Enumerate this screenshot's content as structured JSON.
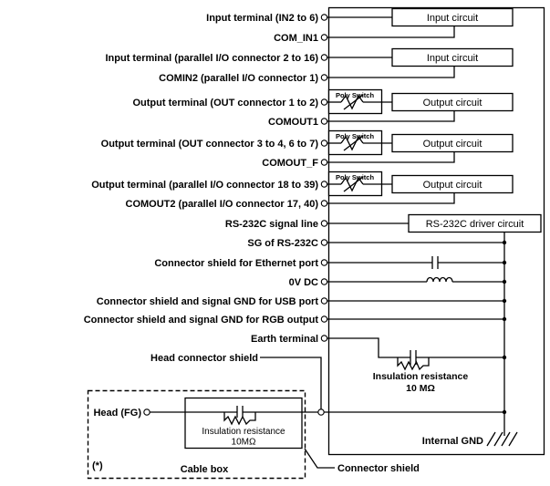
{
  "colors": {
    "line": "#000000",
    "background": "#ffffff"
  },
  "terminals": [
    {
      "label": "Input terminal (IN2 to 6)"
    },
    {
      "label": "COM_IN1"
    },
    {
      "label": "Input terminal (parallel I/O connector 2 to 16)"
    },
    {
      "label": "COMIN2 (parallel I/O connector 1)"
    },
    {
      "label": "Output terminal (OUT connector 1 to 2)"
    },
    {
      "label": "COMOUT1"
    },
    {
      "label": "Output terminal (OUT connector 3 to 4, 6 to 7)"
    },
    {
      "label": "COMOUT_F"
    },
    {
      "label": "Output terminal (parallel I/O connector 18 to 39)"
    },
    {
      "label": "COMOUT2 (parallel I/O connector 17, 40)"
    },
    {
      "label": "RS-232C signal line"
    },
    {
      "label": "SG of RS-232C"
    },
    {
      "label": "Connector shield for Ethernet port"
    },
    {
      "label": "0V DC"
    },
    {
      "label": "Connector shield and signal GND for USB port"
    },
    {
      "label": "Connector shield and signal GND for RGB output"
    },
    {
      "label": "Earth terminal"
    }
  ],
  "circuits": {
    "input_circuit": "Input circuit",
    "output_circuit": "Output circuit",
    "rs232c_driver_circuit": "RS-232C driver circuit",
    "poly_switch": "Poly Switch"
  },
  "internal": {
    "insulation_resistance_label": "Insulation resistance",
    "insulation_resistance_value": "10 MΩ",
    "internal_gnd": "Internal GND"
  },
  "head_section": {
    "head_connector_shield": "Head connector shield",
    "head_fg": "Head (FG)",
    "insulation_resistance_label": "Insulation resistance",
    "insulation_resistance_value": "10MΩ",
    "footnote": "(*)",
    "cable_box": "Cable box",
    "connector_shield": "Connector shield"
  }
}
